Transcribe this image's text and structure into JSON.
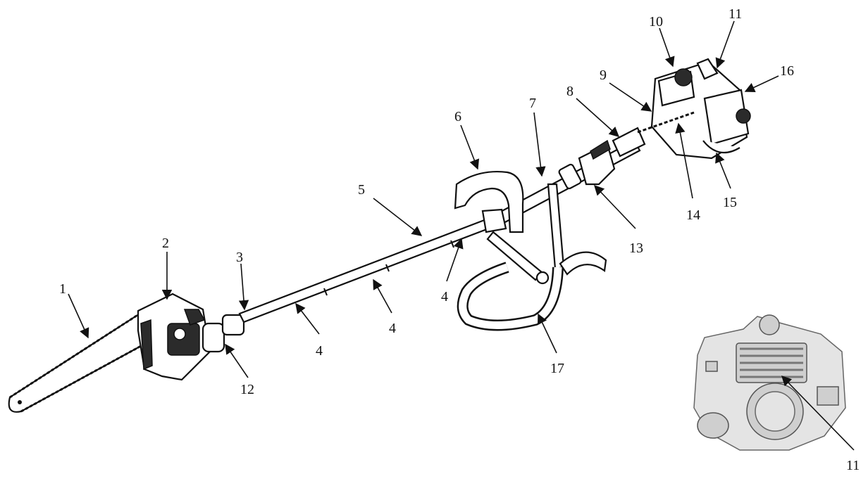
{
  "colors": {
    "ink": "#111111",
    "inset_shade": "#cfcfcf"
  },
  "callouts": [
    {
      "id": "1",
      "label": "1"
    },
    {
      "id": "2",
      "label": "2"
    },
    {
      "id": "3",
      "label": "3"
    },
    {
      "id": "4a",
      "label": "4"
    },
    {
      "id": "4b",
      "label": "4"
    },
    {
      "id": "4c",
      "label": "4"
    },
    {
      "id": "5",
      "label": "5"
    },
    {
      "id": "6",
      "label": "6"
    },
    {
      "id": "7",
      "label": "7"
    },
    {
      "id": "8",
      "label": "8"
    },
    {
      "id": "9",
      "label": "9"
    },
    {
      "id": "10",
      "label": "10"
    },
    {
      "id": "11",
      "label": "11"
    },
    {
      "id": "12",
      "label": "12"
    },
    {
      "id": "13",
      "label": "13"
    },
    {
      "id": "14",
      "label": "14"
    },
    {
      "id": "15",
      "label": "15"
    },
    {
      "id": "16",
      "label": "16"
    },
    {
      "id": "17",
      "label": "17"
    },
    {
      "id": "11i",
      "label": "11"
    }
  ]
}
